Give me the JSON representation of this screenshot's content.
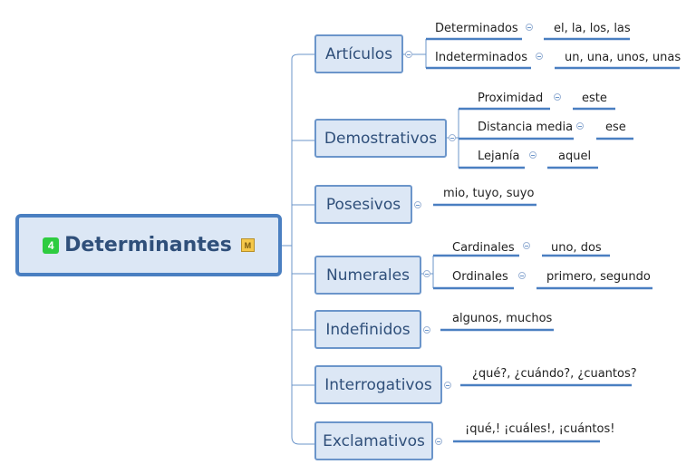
{
  "root": {
    "title": "Determinantes",
    "badge_number": "4",
    "badge_marker": "M"
  },
  "branches": [
    {
      "label": "Artículos",
      "children": [
        {
          "label": "Determinados",
          "value": "el, la, los, las"
        },
        {
          "label": "Indeterminados",
          "value": "un, una, unos, unas"
        }
      ]
    },
    {
      "label": "Demostrativos",
      "children": [
        {
          "label": "Proximidad",
          "value": "este"
        },
        {
          "label": "Distancia media",
          "value": "ese"
        },
        {
          "label": "Lejanía",
          "value": "aquel"
        }
      ]
    },
    {
      "label": "Posesivos",
      "value": "mio, tuyo, suyo"
    },
    {
      "label": "Numerales",
      "children": [
        {
          "label": "Cardinales",
          "value": "uno, dos"
        },
        {
          "label": "Ordinales",
          "value": "primero, segundo"
        }
      ]
    },
    {
      "label": "Indefinidos",
      "value": "algunos, muchos"
    },
    {
      "label": "Interrogativos",
      "value": "¿qué?, ¿cuándo?, ¿cuantos?"
    },
    {
      "label": "Exclamativos",
      "value": "¡qué,! ¡cuáles!, ¡cuántos!"
    }
  ],
  "colors": {
    "line": "#4a7fc1",
    "node_fill": "#dce7f5",
    "node_border": "#6b95ca",
    "text": "#2f4f7a",
    "badge": "#2ecc40"
  }
}
